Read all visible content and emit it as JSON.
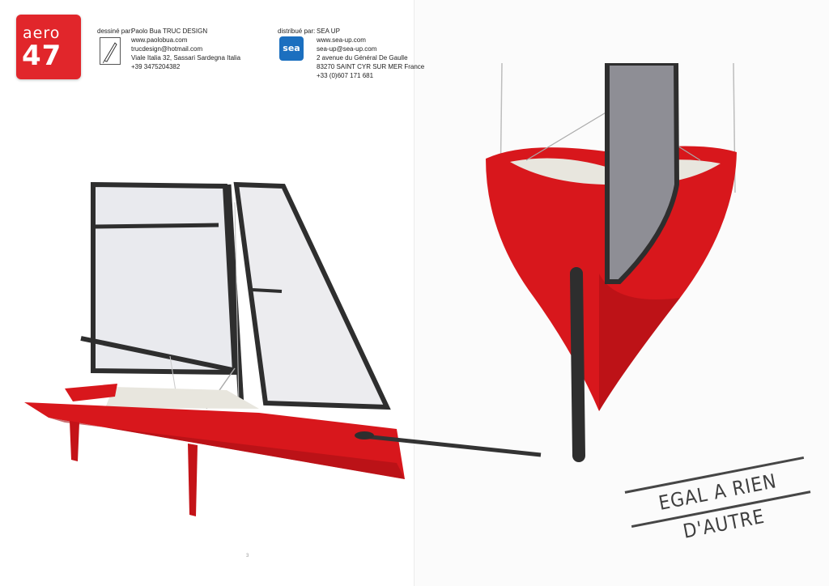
{
  "logo": {
    "top": "aero",
    "number": "47"
  },
  "designer": {
    "label": "dessiné par:",
    "lines": [
      "Paolo Bua  TRUC DESIGN",
      "www.paolobua.com",
      " trucdesign@hotmail.com",
      "Viale Italia 32, Sassari  Sardegna  Italia",
      "+39 3475204382"
    ]
  },
  "distributor": {
    "label": "distribué par:",
    "logo_text": "sea",
    "lines": [
      "SEA UP",
      "www.sea-up.com",
      "sea-up@sea-up.com",
      "2 avenue du Général De Gaulle",
      "83270 SAINT CYR SUR MER France",
      "+33 (0)607 171 681"
    ]
  },
  "stamp_text": "EGAL A RIEN D'AUTRE",
  "page_number": "3",
  "colors": {
    "hull": "#d8171c",
    "hull_dark": "#a80f14",
    "deck": "#e8e6de",
    "sail": "#e9eaee",
    "frame": "#2e2e2e",
    "logo_red": "#e1262b"
  }
}
